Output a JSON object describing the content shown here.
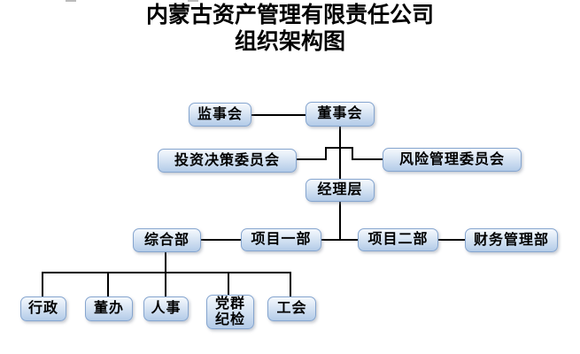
{
  "title": {
    "line1": "内蒙古资产管理有限责任公司",
    "line2": "组织架构图"
  },
  "nodes": {
    "supervisory_board": {
      "label": "监事会"
    },
    "board_of_directors": {
      "label": "董事会"
    },
    "investment_committee": {
      "label": "投资决策委员会"
    },
    "risk_committee": {
      "label": "风险管理委员会"
    },
    "management_layer": {
      "label": "经理层"
    },
    "general_dept": {
      "label": "综合部"
    },
    "project_dept_1": {
      "label": "项目一部"
    },
    "project_dept_2": {
      "label": "项目二部"
    },
    "finance_dept": {
      "label": "财务管理部"
    },
    "administration": {
      "label": "行政"
    },
    "board_office": {
      "label": "董办"
    },
    "hr": {
      "label": "人事"
    },
    "party_discipline": {
      "label": "党群\n纪检"
    },
    "labor_union": {
      "label": "工会"
    }
  },
  "colors": {
    "node_fill_top": "#f5f9fd",
    "node_fill_bottom": "#b3cbe8",
    "node_border": "#85a5cf",
    "connector": "#000000",
    "title_text": "#000000",
    "background": "#ffffff"
  }
}
